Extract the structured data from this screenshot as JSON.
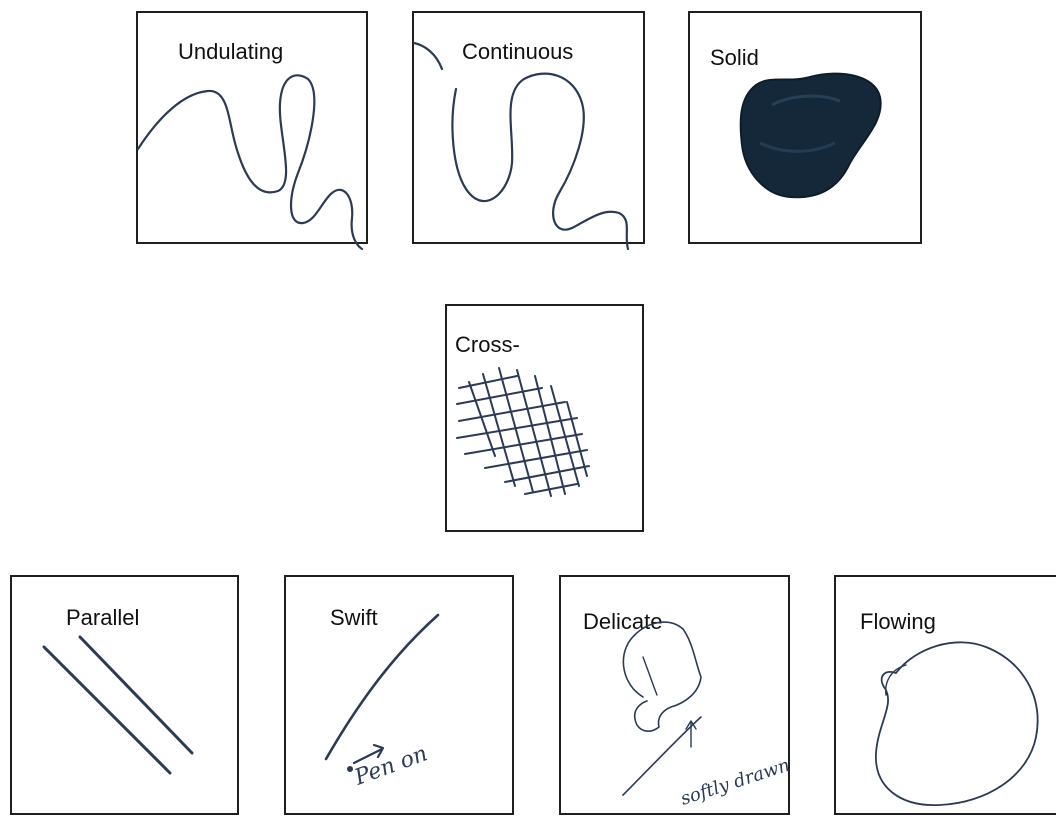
{
  "swatches": [
    {
      "label": "Undulating"
    },
    {
      "label": "Continuous"
    },
    {
      "label": "Solid"
    },
    {
      "label": "Cross-"
    },
    {
      "label": "Parallel"
    },
    {
      "label": "Swift",
      "annotation": "Pen on"
    },
    {
      "label": "Delicate",
      "annotation": "softly drawn"
    },
    {
      "label": "Flowing"
    }
  ],
  "colors": {
    "ink": "#2c3a55",
    "solid_fill": "#15283a",
    "border": "#1f1f1f"
  }
}
